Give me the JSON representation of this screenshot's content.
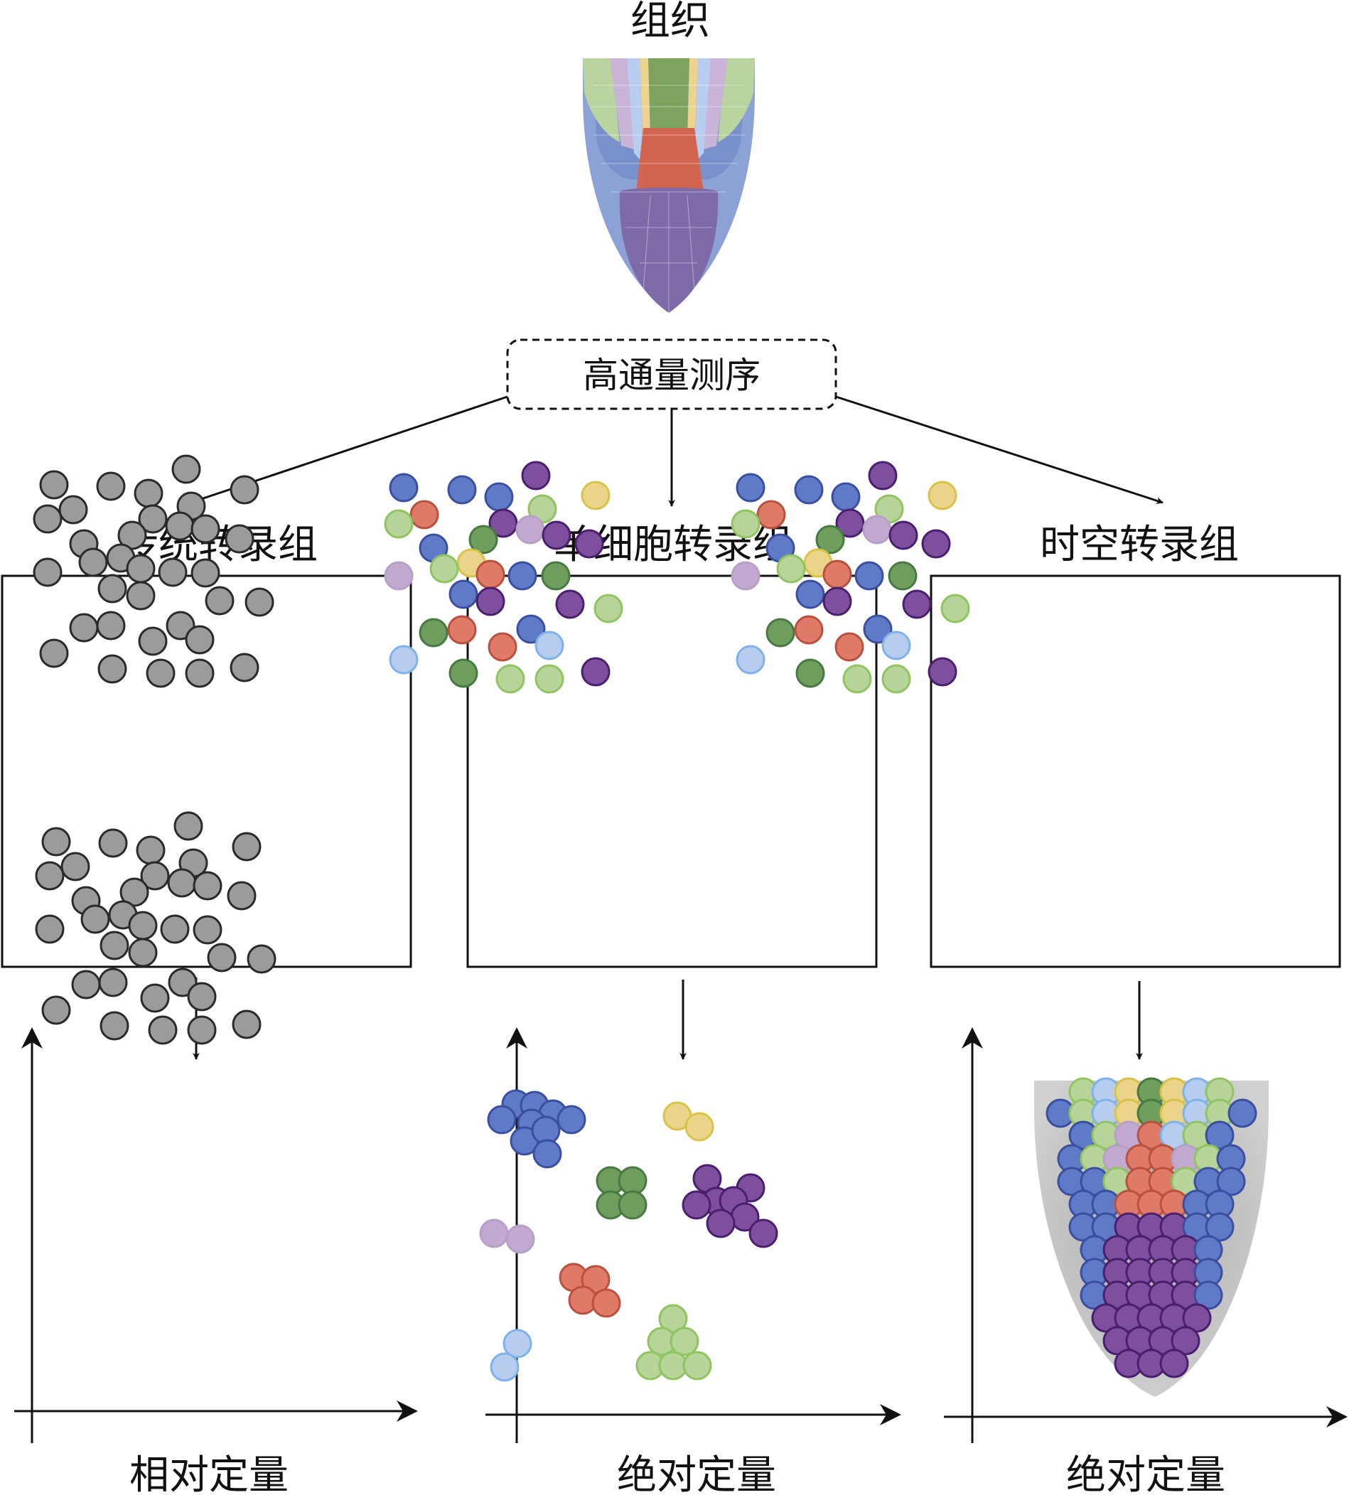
{
  "top_title": "组织",
  "sequencing_label": "高通量测序",
  "panels": [
    {
      "key": "bulk",
      "title": "传统转录组",
      "quant_label": "相对定量"
    },
    {
      "key": "single_cell",
      "title": "单细胞转录组",
      "quant_label": "绝对定量"
    },
    {
      "key": "spatial",
      "title": "时空转录组",
      "quant_label": "绝对定量"
    }
  ],
  "colors": {
    "gray": {
      "fill": "#9b9b9b",
      "stroke": "#2a2a2a"
    },
    "blue": {
      "fill": "#5f7bc7",
      "stroke": "#3a4fa0"
    },
    "purple": {
      "fill": "#7e4f9c",
      "stroke": "#4a1f6e"
    },
    "salmon": {
      "fill": "#e07a68",
      "stroke": "#b8523f"
    },
    "green": {
      "fill": "#6f9d5e",
      "stroke": "#467a40"
    },
    "lgreen": {
      "fill": "#b7d49a",
      "stroke": "#8fc45f"
    },
    "yellow": {
      "fill": "#ead48a",
      "stroke": "#d9c247"
    },
    "lilac": {
      "fill": "#c3a9cf",
      "stroke": "#b6a0c8"
    },
    "lblue": {
      "fill": "#b6cdef",
      "stroke": "#7fb2e8"
    }
  }
}
